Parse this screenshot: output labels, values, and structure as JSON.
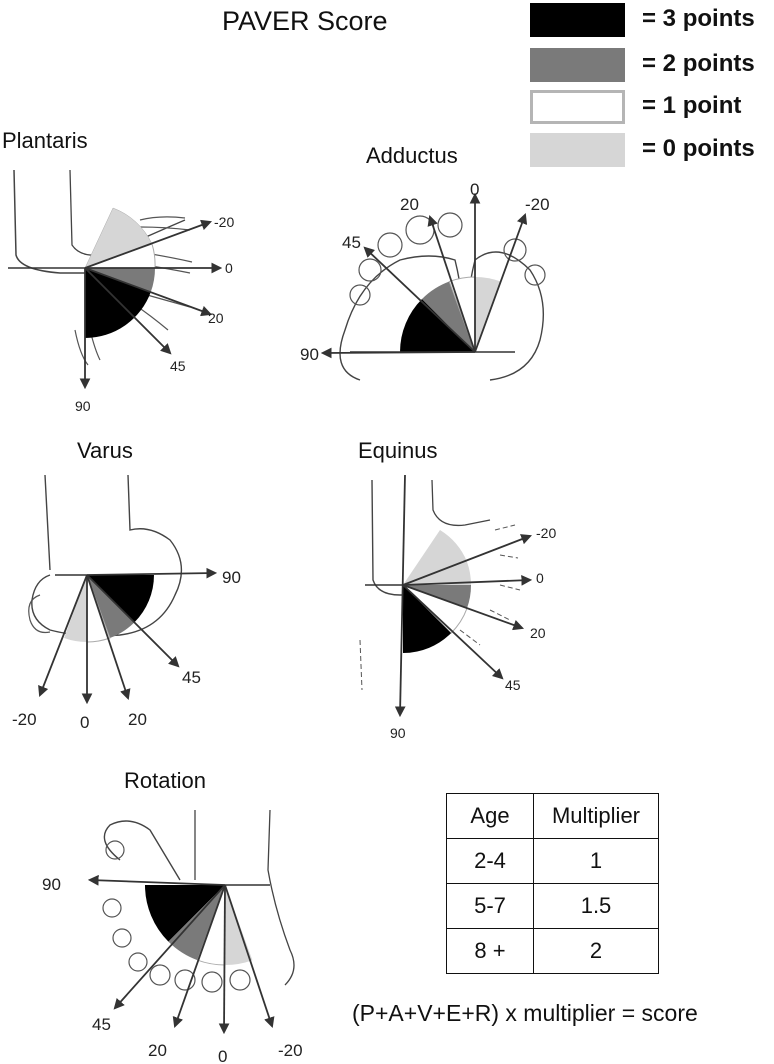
{
  "title": "PAVER Score",
  "legend": [
    {
      "label": "= 3 points",
      "fill": "#000000",
      "border": "#000000"
    },
    {
      "label": "= 2 points",
      "fill": "#7a7a7a",
      "border": "#7a7a7a"
    },
    {
      "label": "= 1 point",
      "fill": "#ffffff",
      "border": "#b5b5b5"
    },
    {
      "label": "= 0 points",
      "fill": "#d6d6d6",
      "border": "#d6d6d6"
    }
  ],
  "panels": {
    "plantaris": {
      "label": "Plantaris",
      "ticks": [
        "-20",
        "0",
        "20",
        "45",
        "90"
      ]
    },
    "adductus": {
      "label": "Adductus",
      "ticks": [
        "20",
        "0",
        "-20",
        "45",
        "90"
      ]
    },
    "varus": {
      "label": "Varus",
      "ticks": [
        "90",
        "45",
        "-20",
        "0",
        "20"
      ]
    },
    "equinus": {
      "label": "Equinus",
      "ticks": [
        "-20",
        "0",
        "20",
        "45",
        "90"
      ]
    },
    "rotation": {
      "label": "Rotation",
      "ticks": [
        "90",
        "45",
        "20",
        "0",
        "-20"
      ]
    }
  },
  "table": {
    "headers": [
      "Age",
      "Multiplier"
    ],
    "rows": [
      [
        "2-4",
        "1"
      ],
      [
        "5-7",
        "1.5"
      ],
      [
        "8 +",
        "2"
      ]
    ]
  },
  "formula": "(P+A+V+E+R) x multiplier = score",
  "colors": {
    "black": "#000000",
    "dark_grey": "#7a7a7a",
    "light_grey": "#d6d6d6",
    "line": "#333333"
  }
}
